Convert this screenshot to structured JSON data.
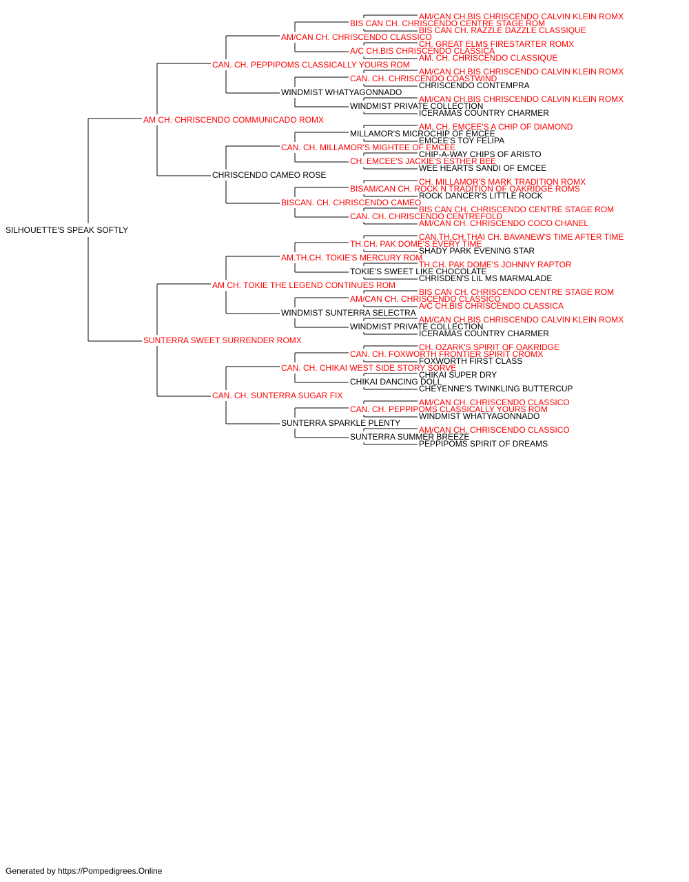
{
  "pedigree": {
    "name": "SILHOUETTE'S SPEAK SOFTLY",
    "champion": false,
    "sire": {
      "name": "AM CH. CHRISCENDO COMMUNICADO ROMX",
      "champion": true,
      "sire": {
        "name": "CAN. CH. PEPPIPOMS CLASSICALLY YOURS ROM",
        "champion": true,
        "sire": {
          "name": "AM/CAN CH. CHRISCENDO CLASSICO",
          "champion": true,
          "sire": {
            "name": "BIS CAN CH. CHRISCENDO CENTRE STAGE ROM",
            "champion": true,
            "sire": {
              "name": "AM/CAN CH.BIS CHRISCENDO CALVIN KLEIN ROMX",
              "champion": true
            },
            "dam": {
              "name": "BIS CAN CH. RAZZLE DAZZLE CLASSIQUE",
              "champion": true
            }
          },
          "dam": {
            "name": "A/C CH.BIS CHRISCENDO CLASSICA",
            "champion": true,
            "sire": {
              "name": "CH. GREAT ELMS FIRESTARTER ROMX",
              "champion": true
            },
            "dam": {
              "name": "AM. CH. CHRISCENDO CLASSIQUE",
              "champion": true
            }
          }
        },
        "dam": {
          "name": "WINDMIST WHATYAGONNADO",
          "champion": false,
          "sire": {
            "name": "CAN. CH. CHRISCENDO COASTWIND",
            "champion": true,
            "sire": {
              "name": "AM/CAN CH.BIS CHRISCENDO CALVIN KLEIN ROMX",
              "champion": true
            },
            "dam": {
              "name": "CHRISCENDO CONTEMPRA",
              "champion": false
            }
          },
          "dam": {
            "name": "WINDMIST PRIVATE COLLECTION",
            "champion": false,
            "sire": {
              "name": "AM/CAN CH.BIS CHRISCENDO CALVIN KLEIN ROMX",
              "champion": true
            },
            "dam": {
              "name": "ICERAMAS COUNTRY CHARMER",
              "champion": false
            }
          }
        }
      },
      "dam": {
        "name": "CHRISCENDO CAMEO ROSE",
        "champion": false,
        "sire": {
          "name": "CAN. CH. MILLAMOR'S MIGHTEE OF EMCEE",
          "champion": true,
          "sire": {
            "name": "MILLAMOR'S MICROCHIP OF EMCEE",
            "champion": false,
            "sire": {
              "name": "AM. CH. EMCEE'S A CHIP OF DIAMOND",
              "champion": true
            },
            "dam": {
              "name": "EMCEE'S TOY FELIPA",
              "champion": false
            }
          },
          "dam": {
            "name": "CH. EMCEE'S JACKIE'S ESTHER BEE",
            "champion": true,
            "sire": {
              "name": "CHIP-A-WAY CHIPS OF ARISTO",
              "champion": false
            },
            "dam": {
              "name": "WEE HEARTS SANDI OF EMCEE",
              "champion": false
            }
          }
        },
        "dam": {
          "name": "BISCAN. CH. CHRISCENDO CAMEO",
          "champion": true,
          "sire": {
            "name": "BISAM/CAN CH. ROCK N TRADITION OF OAKRIDGE ROMS",
            "champion": true,
            "sire": {
              "name": "CH. MILLAMOR'S MARK TRADITION ROMX",
              "champion": true
            },
            "dam": {
              "name": "ROCK DANCER'S LITTLE ROCK",
              "champion": false
            }
          },
          "dam": {
            "name": "CAN. CH. CHRISCENDO CENTREFOLD",
            "champion": true,
            "sire": {
              "name": "BIS CAN CH. CHRISCENDO CENTRE STAGE ROM",
              "champion": true
            },
            "dam": {
              "name": "AM/CAN CH. CHRISCENDO COCO CHANEL",
              "champion": true
            }
          }
        }
      }
    },
    "dam": {
      "name": "SUNTERRA SWEET SURRENDER ROMX",
      "champion": true,
      "sire": {
        "name": "AM CH. TOKIE THE LEGEND CONTINUES ROM",
        "champion": true,
        "sire": {
          "name": "AM.TH.CH. TOKIE'S MERCURY ROM",
          "champion": true,
          "sire": {
            "name": "TH.CH. PAK DOME'S EVERY TIME",
            "champion": true,
            "sire": {
              "name": "CAN.TH.CH.THAI CH. BAVANEW'S TIME AFTER TIME",
              "champion": true
            },
            "dam": {
              "name": "SHADY PARK EVENING STAR",
              "champion": false
            }
          },
          "dam": {
            "name": "TOKIE'S SWEET LIKE CHOCOLATE",
            "champion": false,
            "sire": {
              "name": "TH.CH. PAK DOME'S JOHNNY RAPTOR",
              "champion": true
            },
            "dam": {
              "name": "CHRISDEN'S LIL MS MARMALADE",
              "champion": false
            }
          }
        },
        "dam": {
          "name": "WINDMIST SUNTERRA SELECTRA",
          "champion": false,
          "sire": {
            "name": "AM/CAN CH. CHRISCENDO CLASSICO",
            "champion": true,
            "sire": {
              "name": "BIS CAN CH. CHRISCENDO CENTRE STAGE ROM",
              "champion": true
            },
            "dam": {
              "name": "A/C CH.BIS CHRISCENDO CLASSICA",
              "champion": true
            }
          },
          "dam": {
            "name": "WINDMIST PRIVATE COLLECTION",
            "champion": false,
            "sire": {
              "name": "AM/CAN CH.BIS CHRISCENDO CALVIN KLEIN ROMX",
              "champion": true
            },
            "dam": {
              "name": "ICERAMAS COUNTRY CHARMER",
              "champion": false
            }
          }
        }
      },
      "dam": {
        "name": "CAN. CH. SUNTERRA SUGAR FIX",
        "champion": true,
        "sire": {
          "name": "CAN. CH. CHIKAI WEST SIDE STORY SORVE",
          "champion": true,
          "sire": {
            "name": "CAN. CH. FOXWORTH FRONTIER SPIRIT CROMX",
            "champion": true,
            "sire": {
              "name": "CH. OZARK'S SPIRIT OF OAKRIDGE",
              "champion": true
            },
            "dam": {
              "name": "FOXWORTH FIRST CLASS",
              "champion": false
            }
          },
          "dam": {
            "name": "CHIKAI DANCING DOLL",
            "champion": false,
            "sire": {
              "name": "CHIKAI SUPER DRY",
              "champion": false
            },
            "dam": {
              "name": "CHEYENNE'S TWINKLING BUTTERCUP",
              "champion": false
            }
          }
        },
        "dam": {
          "name": "SUNTERRA SPARKLE PLENTY",
          "champion": false,
          "sire": {
            "name": "CAN. CH. PEPPIPOMS CLASSICALLY YOURS ROM",
            "champion": true,
            "sire": {
              "name": "AM/CAN CH. CHRISCENDO CLASSICO",
              "champion": true
            },
            "dam": {
              "name": "WINDMIST WHATYAGONNADO",
              "champion": false
            }
          },
          "dam": {
            "name": "SUNTERRA SUMMER BREEZE",
            "champion": false,
            "sire": {
              "name": "AM/CAN CH. CHRISCENDO CLASSICO",
              "champion": true
            },
            "dam": {
              "name": "PEPPIPOMS SPIRIT OF DREAMS",
              "champion": false
            }
          }
        }
      }
    }
  },
  "colors": {
    "champion": "#ff0000",
    "regular": "#000000",
    "line": "#000000"
  },
  "footer": {
    "text": "Generated by https://Pompedigrees.Online"
  }
}
